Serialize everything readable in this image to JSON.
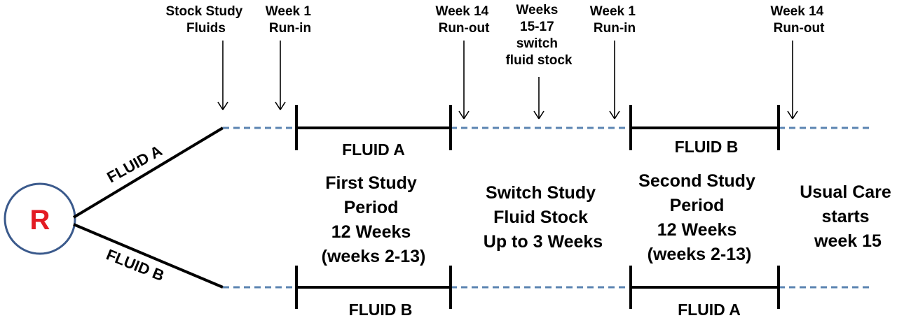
{
  "randomization": {
    "label": "R",
    "circle_stroke": "#3b5a8c",
    "label_color": "#e31b23"
  },
  "branches": {
    "upper": "FLUID A",
    "lower": "FLUID B"
  },
  "top_labels": {
    "stock_study_fluids": [
      "Stock Study",
      "Fluids"
    ],
    "week1_runin_1": [
      "Week 1",
      "Run-in"
    ],
    "week14_runout_1": [
      "Week 14",
      "Run-out"
    ],
    "weeks_switch": [
      "Weeks",
      "15-17",
      "switch",
      "fluid stock"
    ],
    "week1_runin_2": [
      "Week 1",
      "Run-in"
    ],
    "week14_runout_2": [
      "Week 14",
      "Run-out"
    ]
  },
  "period_fluids": {
    "first_top": "FLUID A",
    "second_top": "FLUID B",
    "first_bottom": "FLUID B",
    "second_bottom": "FLUID A"
  },
  "phases": {
    "first": [
      "First Study",
      "Period",
      "12 Weeks",
      "(weeks 2-13)"
    ],
    "switch": [
      "Switch Study",
      "Fluid Stock",
      "Up to 3 Weeks"
    ],
    "second": [
      "Second Study",
      "Period",
      "12 Weeks",
      "(weeks 2-13)"
    ],
    "usual": [
      "Usual Care",
      "starts",
      "week 15"
    ]
  },
  "colors": {
    "solid_line": "#000000",
    "dashed_line": "#5b84b1"
  }
}
